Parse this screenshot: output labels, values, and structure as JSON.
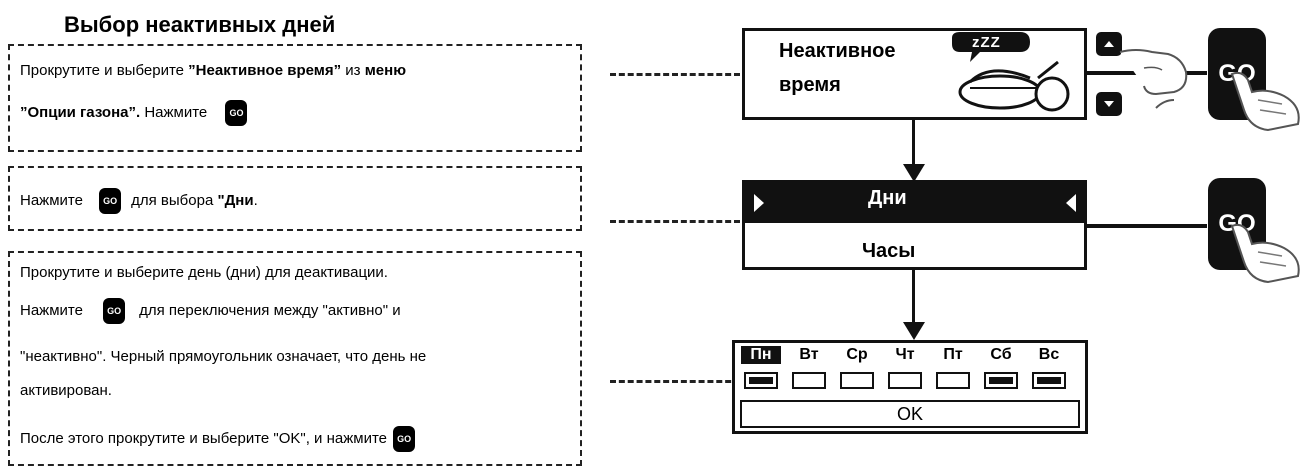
{
  "title": "Выбор неактивных дней",
  "steps": [
    {
      "line1": {
        "a": "Прокрутите и выберите ",
        "b": "”Неактивное время”",
        "c": "  из ",
        "d": "меню"
      },
      "line2": {
        "a": "”Опции газона”.",
        "b": "  Нажмите"
      }
    },
    {
      "line1": {
        "a": "Нажмите",
        "b": "для выбора ",
        "c": "\"Дни"
      }
    },
    {
      "lines": [
        "Прокрутите и выберите день (дни) для деактивации.",
        "для переключения между \"активно\" и",
        "\"неактивно\".  Черный прямоугольник означает, что день не",
        "активирован.",
        "После этого прокрутите и выберите \"OK\", и нажмите"
      ],
      "press": "Нажмите"
    }
  ],
  "go_label": "GO",
  "screens": {
    "inactive": {
      "line1": "Неактивное",
      "line2": "время",
      "zzz": "zZZ"
    },
    "menu": {
      "selected": "Дни",
      "other": "Часы"
    },
    "days": {
      "labels": [
        "Пн",
        "Вт",
        "Ср",
        "Чт",
        "Пт",
        "Сб",
        "Вс"
      ],
      "inactive": [
        true,
        false,
        false,
        false,
        false,
        true,
        true
      ],
      "ok": "OK"
    }
  }
}
